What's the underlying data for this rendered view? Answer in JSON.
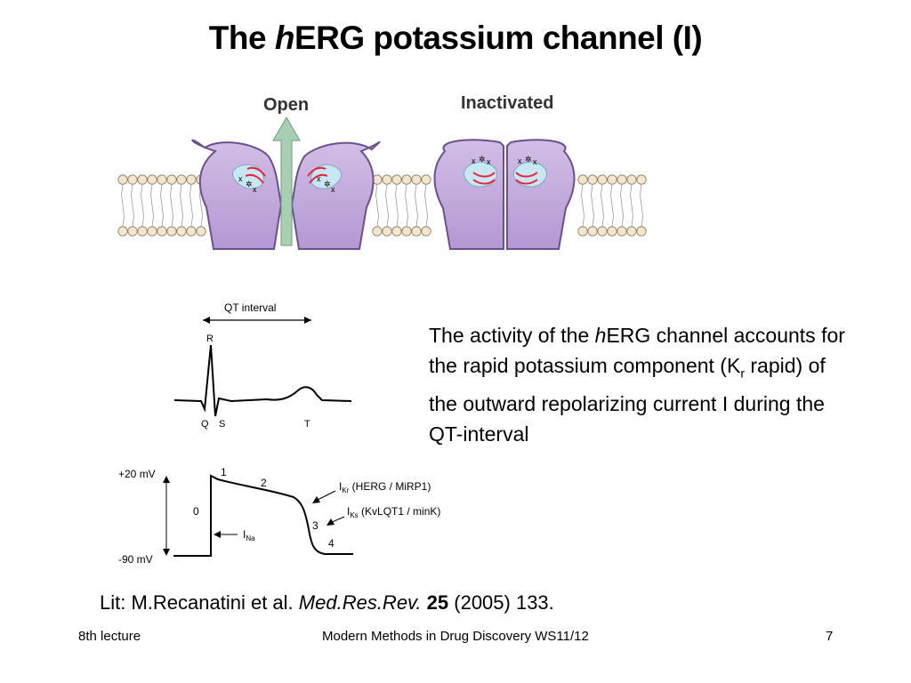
{
  "slide": {
    "title_pre": "The ",
    "title_italic": "h",
    "title_post": "ERG potassium channel (I)"
  },
  "channel_figure": {
    "open_label": "Open",
    "inactivated_label": "Inactivated",
    "open_state_marks": [
      "x",
      "✲",
      "x"
    ],
    "inactivated_state_marks": [
      "x",
      "✲",
      "x"
    ]
  },
  "ecg_figure": {
    "qt_interval_label": "QT interval",
    "wave_labels": {
      "r": "R",
      "q": "Q",
      "s": "S",
      "t": "T"
    }
  },
  "action_potential_figure": {
    "plus20_label": "+20 mV",
    "minus90_label": "-90 mV",
    "phase_labels": [
      "0",
      "1",
      "2",
      "3",
      "4"
    ],
    "ina_main": "I",
    "ina_sub": "Na",
    "ikr_main": "I",
    "ikr_sub": "Kr",
    "ikr_desc": " (HERG / MiRP1)",
    "iks_main": "I",
    "iks_sub": "Ks",
    "iks_desc": " (KvLQT1 / minK)"
  },
  "description": {
    "part1": "The activity of the ",
    "part_italic": "h",
    "part2": "ERG channel accounts for the rapid potassium component (K",
    "sub": "r",
    "part3": " rapid) of the outward repolarizing current I during the QT-interval"
  },
  "literature": {
    "prefix": "Lit: M.Recanatini et al. ",
    "journal": "Med.Res.Rev.",
    "space1": " ",
    "volume": "25",
    "suffix": " (2005) 133."
  },
  "footer": {
    "left": "8th lecture",
    "center": "Modern Methods in Drug Discovery WS11/12",
    "right": "7"
  },
  "colors": {
    "membrane_head": "#f3e6cc",
    "protein_fill": "#b89cd4",
    "protein_stroke": "#6c4f8d",
    "arrow_green": "#a9cfb3",
    "pocket_blue": "#c9e6f3",
    "red_marks": "#e8243c"
  }
}
